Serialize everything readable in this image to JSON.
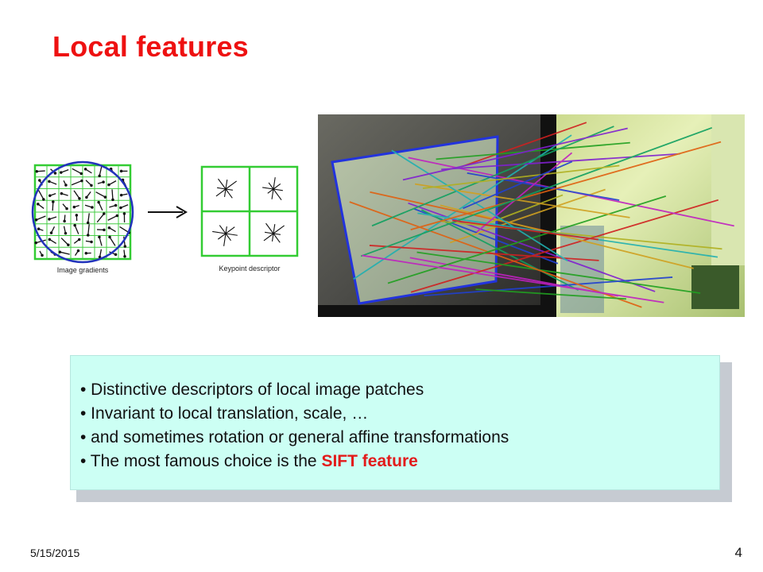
{
  "slide": {
    "title": "Local features",
    "date": "5/15/2015",
    "page_number": "4"
  },
  "figure_left": {
    "caption_gradients": "Image gradients",
    "caption_descriptor": "Keypoint descriptor"
  },
  "bullets": [
    {
      "text": "• Distinctive descriptors of local image patches"
    },
    {
      "text": "• Invariant to local translation, scale, …"
    },
    {
      "text": "• and sometimes rotation or general affine transformations"
    },
    {
      "prefix": "• The most famous choice is the ",
      "highlight": "SIFT feature"
    }
  ],
  "colors": {
    "title": "#ee1111",
    "box_background": "#ccfff4",
    "highlight": "#e21b1b",
    "grid_green": "#33cc33",
    "circle_blue": "#2233bb"
  }
}
